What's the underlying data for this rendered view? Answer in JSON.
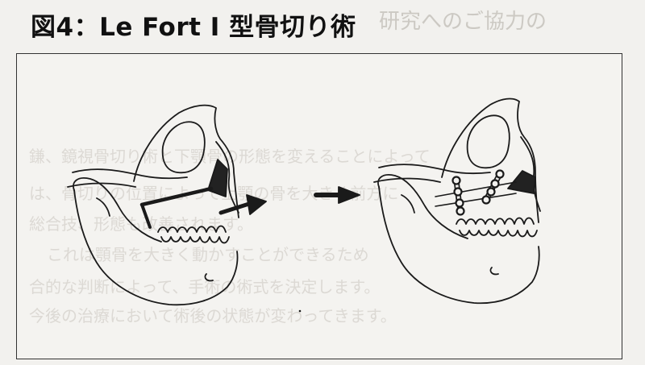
{
  "figure": {
    "title": "図4：Le Fort Ⅰ 型骨切り術",
    "background_text": [
      "研究へのご協力の",
      "鎌、鏡視骨切り術と下顎骨の形態を変えることによって",
      "は、骨切りの位置によって上顎の骨を大きく前方に",
      "総合技、形態も改善されます。",
      "これは顎骨を大きく動かすことができるため",
      "合的な判断によって、手術の術式を決定します。",
      "今後の治療において術後の状態が変わってきます。"
    ]
  },
  "colors": {
    "ink": "#1a1a1a",
    "paper": "#f2f1ee",
    "frame": "#333333",
    "ghost": "#ccc9c3"
  }
}
